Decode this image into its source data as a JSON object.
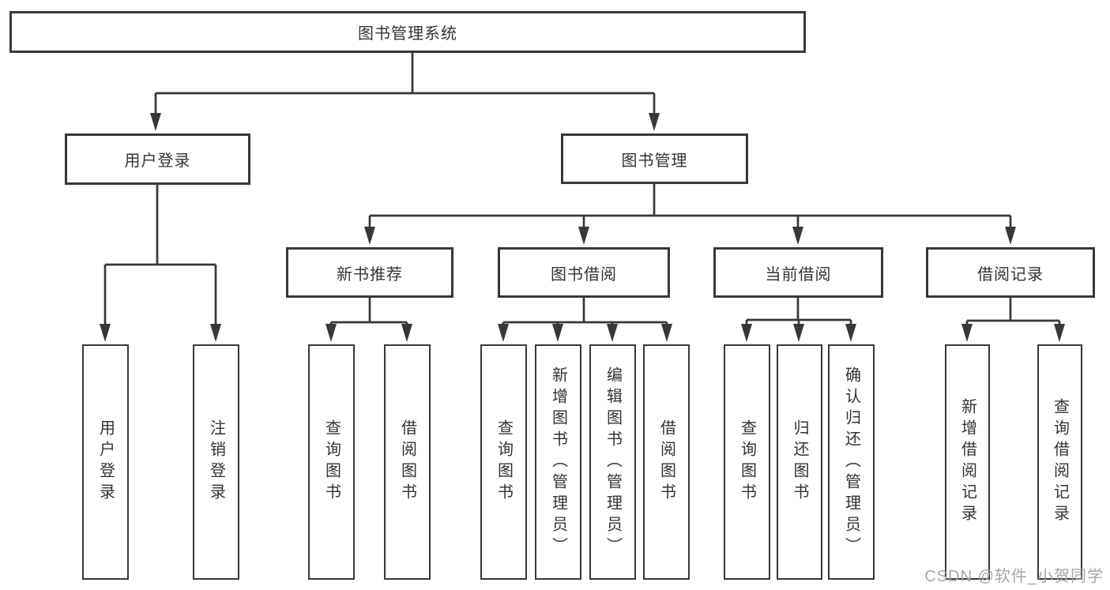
{
  "diagram": {
    "title": "图书管理系统",
    "branches": [
      {
        "label": "用户登录",
        "children": [
          {
            "label": "用户登录"
          },
          {
            "label": "注销登录"
          }
        ]
      },
      {
        "label": "图书管理",
        "sections": [
          {
            "label": "新书推荐",
            "children": [
              {
                "label": "查询图书"
              },
              {
                "label": "借阅图书"
              }
            ]
          },
          {
            "label": "图书借阅",
            "children": [
              {
                "label": "查询图书"
              },
              {
                "label": "新增图书（管理员）"
              },
              {
                "label": "编辑图书（管理员）"
              },
              {
                "label": "借阅图书"
              }
            ]
          },
          {
            "label": "当前借阅",
            "children": [
              {
                "label": "查询图书"
              },
              {
                "label": "归还图书"
              },
              {
                "label": "确认归还（管理员）"
              }
            ]
          },
          {
            "label": "借阅记录",
            "children": [
              {
                "label": "新增借阅记录"
              },
              {
                "label": "查询借阅记录"
              }
            ]
          }
        ]
      }
    ],
    "watermark": "CSDN @软件_小贺同学",
    "colors": {
      "line": "#383838",
      "text": "#333333",
      "watermark": "#a6a6a6",
      "background": "#ffffff"
    }
  }
}
